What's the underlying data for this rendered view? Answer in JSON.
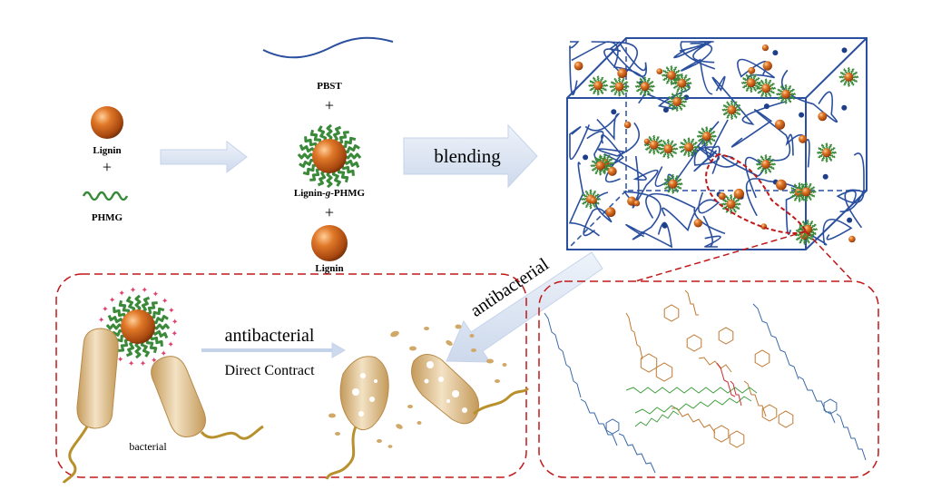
{
  "labels": {
    "pbst": "PBST",
    "lignin_left": "Lignin",
    "phmg": "PHMG",
    "lignin_g_phmg_prefix": "Lignin-",
    "lignin_g_phmg_g": "g",
    "lignin_g_phmg_suffix": "-PHMG",
    "lignin_bottom": "Lignin",
    "plus": "+",
    "blending": "blending",
    "antibacterial_arrow": "antibacterial",
    "antibacterial_main": "antibacterial",
    "direct_contract": "Direct Contract",
    "bacterial": "bacterial"
  },
  "colors": {
    "lignin_orange": "#d2691e",
    "lignin_dark": "#7a3306",
    "phmg_green": "#3a8a3a",
    "pbst_blue": "#2a4f9e",
    "arrow_fill": "#dfe8f5",
    "dash_red": "#c01818",
    "bacteria": "#d8b888",
    "chem_orange": "#c07830",
    "chem_blue": "#3a6aa8",
    "chem_green": "#40a040",
    "chem_red": "#c83030"
  }
}
